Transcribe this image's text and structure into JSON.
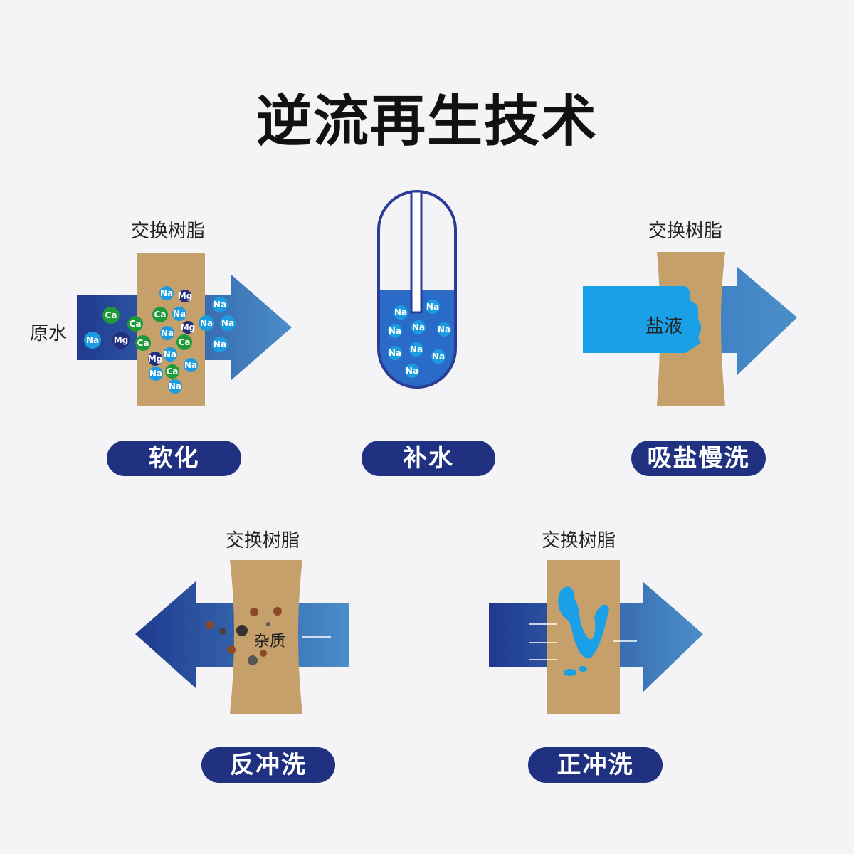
{
  "title": "逆流再生技术",
  "resin_label": "交换树脂",
  "colors": {
    "resin": "#c6a06a",
    "pill_bg": "#1f3180",
    "arrow_dark": "#1f3a8f",
    "arrow_light": "#4a8ec8",
    "brine": "#1aa0e6",
    "ion_na": "#1d9be0",
    "ion_ca": "#1e9a3a",
    "ion_mg": "#23307e"
  },
  "panels": {
    "soften": {
      "label": "软化",
      "raw_water_label": "原水",
      "ions": [
        "Na",
        "Mg",
        "Ca",
        "Ca",
        "Na",
        "Ca",
        "Na",
        "Na",
        "Mg",
        "Na",
        "Na",
        "Ca",
        "Mg",
        "Ca",
        "Na",
        "Na",
        "Mg",
        "Na",
        "Ca",
        "Na",
        "Na",
        "Na"
      ]
    },
    "refill": {
      "label": "补水",
      "ions": [
        "Na",
        "Na",
        "Na",
        "Na",
        "Na",
        "Na",
        "Na",
        "Na",
        "Na",
        "Na"
      ]
    },
    "brine": {
      "label": "吸盐慢洗",
      "brine_label": "盐液"
    },
    "backwash": {
      "label": "反冲洗",
      "impurity_label": "杂质"
    },
    "rinse": {
      "label": "正冲洗"
    }
  }
}
